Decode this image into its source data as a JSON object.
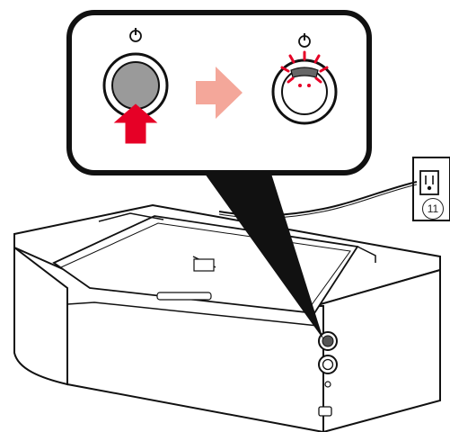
{
  "wall_outlet": {
    "label": "11"
  },
  "colors": {
    "accent_red": "#e60026",
    "arrow_pink": "#f4a79a",
    "button_gray": "#9a9a9a",
    "status_light": "#555555",
    "ink": "#111111",
    "paper": "#ffffff"
  },
  "icons": {
    "power_before": "power-icon",
    "power_after": "power-icon",
    "press_arrow": "red-up-arrow",
    "transition_arrow": "pink-right-arrow",
    "flash_lines": "red-flash-lines"
  }
}
